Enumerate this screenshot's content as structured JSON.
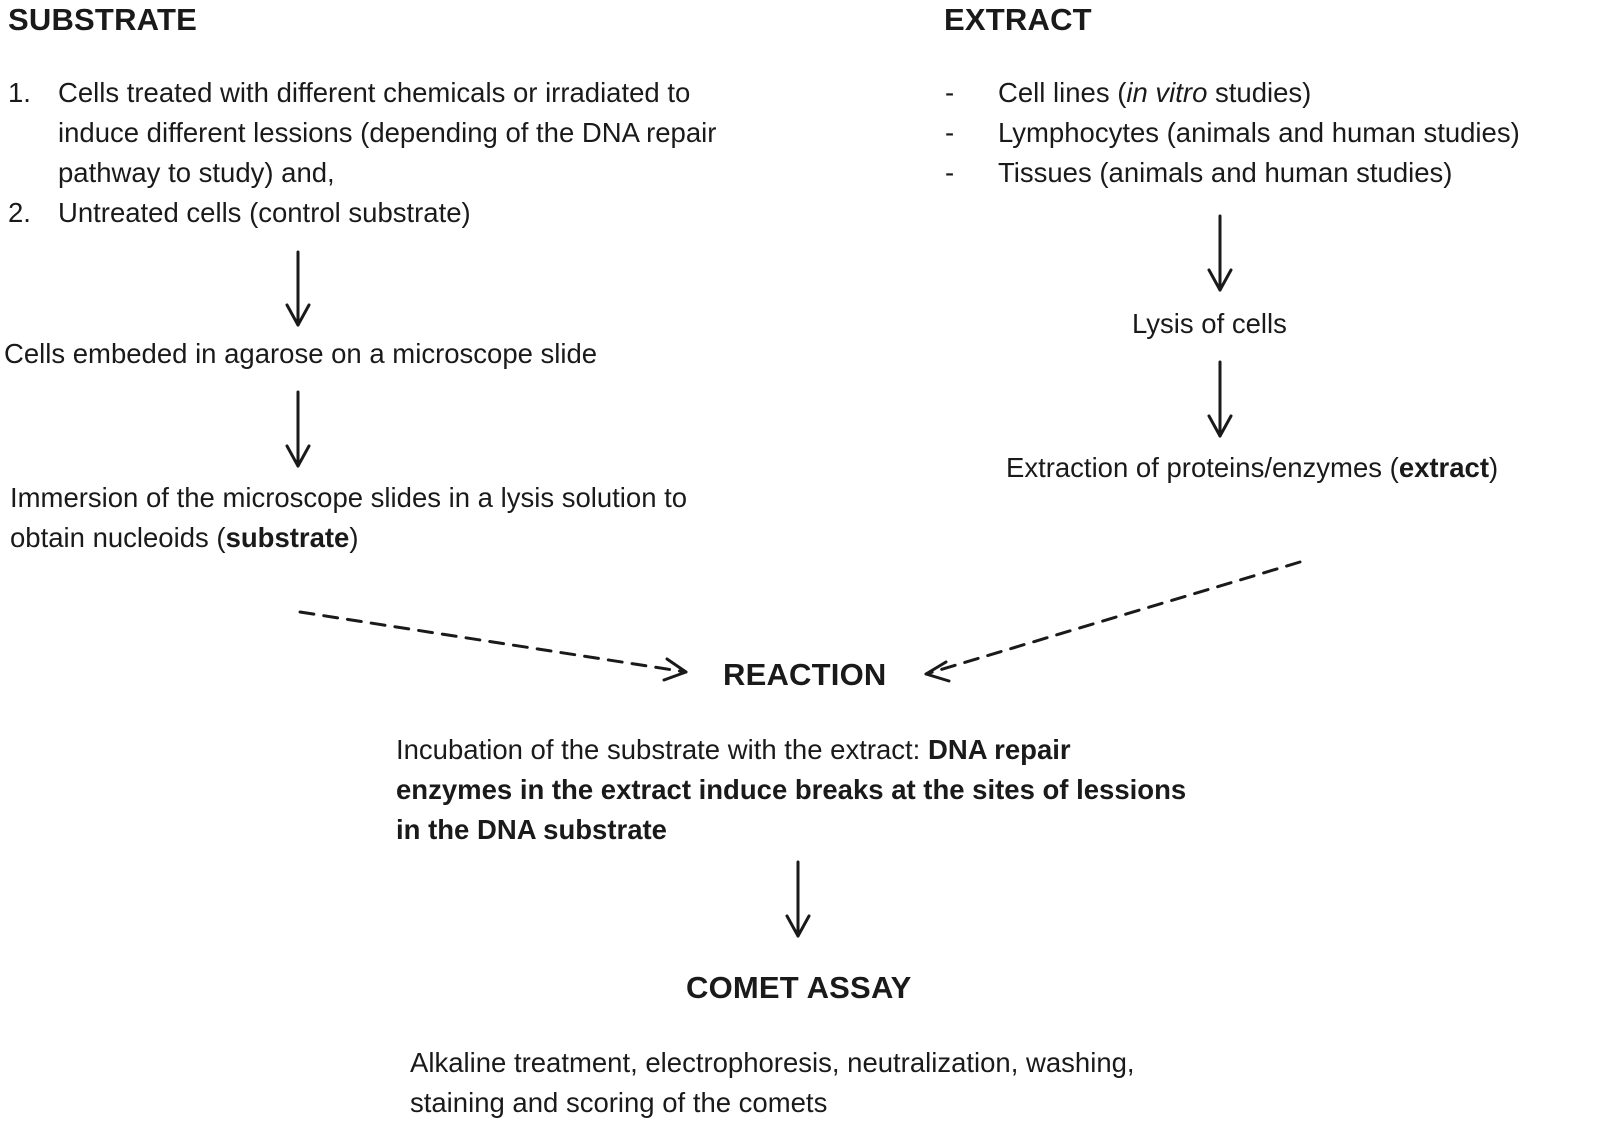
{
  "substrate": {
    "heading": "SUBSTRATE",
    "item1_num": "1.",
    "item1_line1": "Cells treated  with different chemicals or irradiated to",
    "item1_line2": "induce different lessions (depending of the DNA repair",
    "item1_line3": "pathway to study) and,",
    "item2_num": "2.",
    "item2_line1": "Untreated cells (control substrate)",
    "step1": "Cells embeded in agarose on a microscope slide",
    "step2_line1": "Immersion of the microscope slides in a lysis solution to",
    "step2_prefix": "obtain nucleoids (",
    "step2_bold": "substrate",
    "step2_suffix": ")"
  },
  "extract": {
    "heading": "EXTRACT",
    "bullet": "-",
    "item1_prefix": "Cell lines (",
    "item1_italic": "in vitro",
    "item1_suffix": " studies)",
    "item2": "Lymphocytes (animals and human studies)",
    "item3": "Tissues (animals and human studies)",
    "step1": "Lysis  of cells",
    "step2_prefix": "Extraction of proteins/enzymes (",
    "step2_bold": "extract",
    "step2_suffix": ")"
  },
  "reaction": {
    "heading": "REACTION",
    "line1_plain": "Incubation of the substrate with the extract: ",
    "line1_bold": "DNA repair",
    "line2_bold": "enzymes in the extract induce breaks at the sites of lessions",
    "line3_bold": "in the DNA substrate"
  },
  "comet": {
    "heading": "COMET ASSAY",
    "line1": "Alkaline treatment, electrophoresis, neutralization, washing,",
    "line2": "staining and scoring of the comets"
  }
}
